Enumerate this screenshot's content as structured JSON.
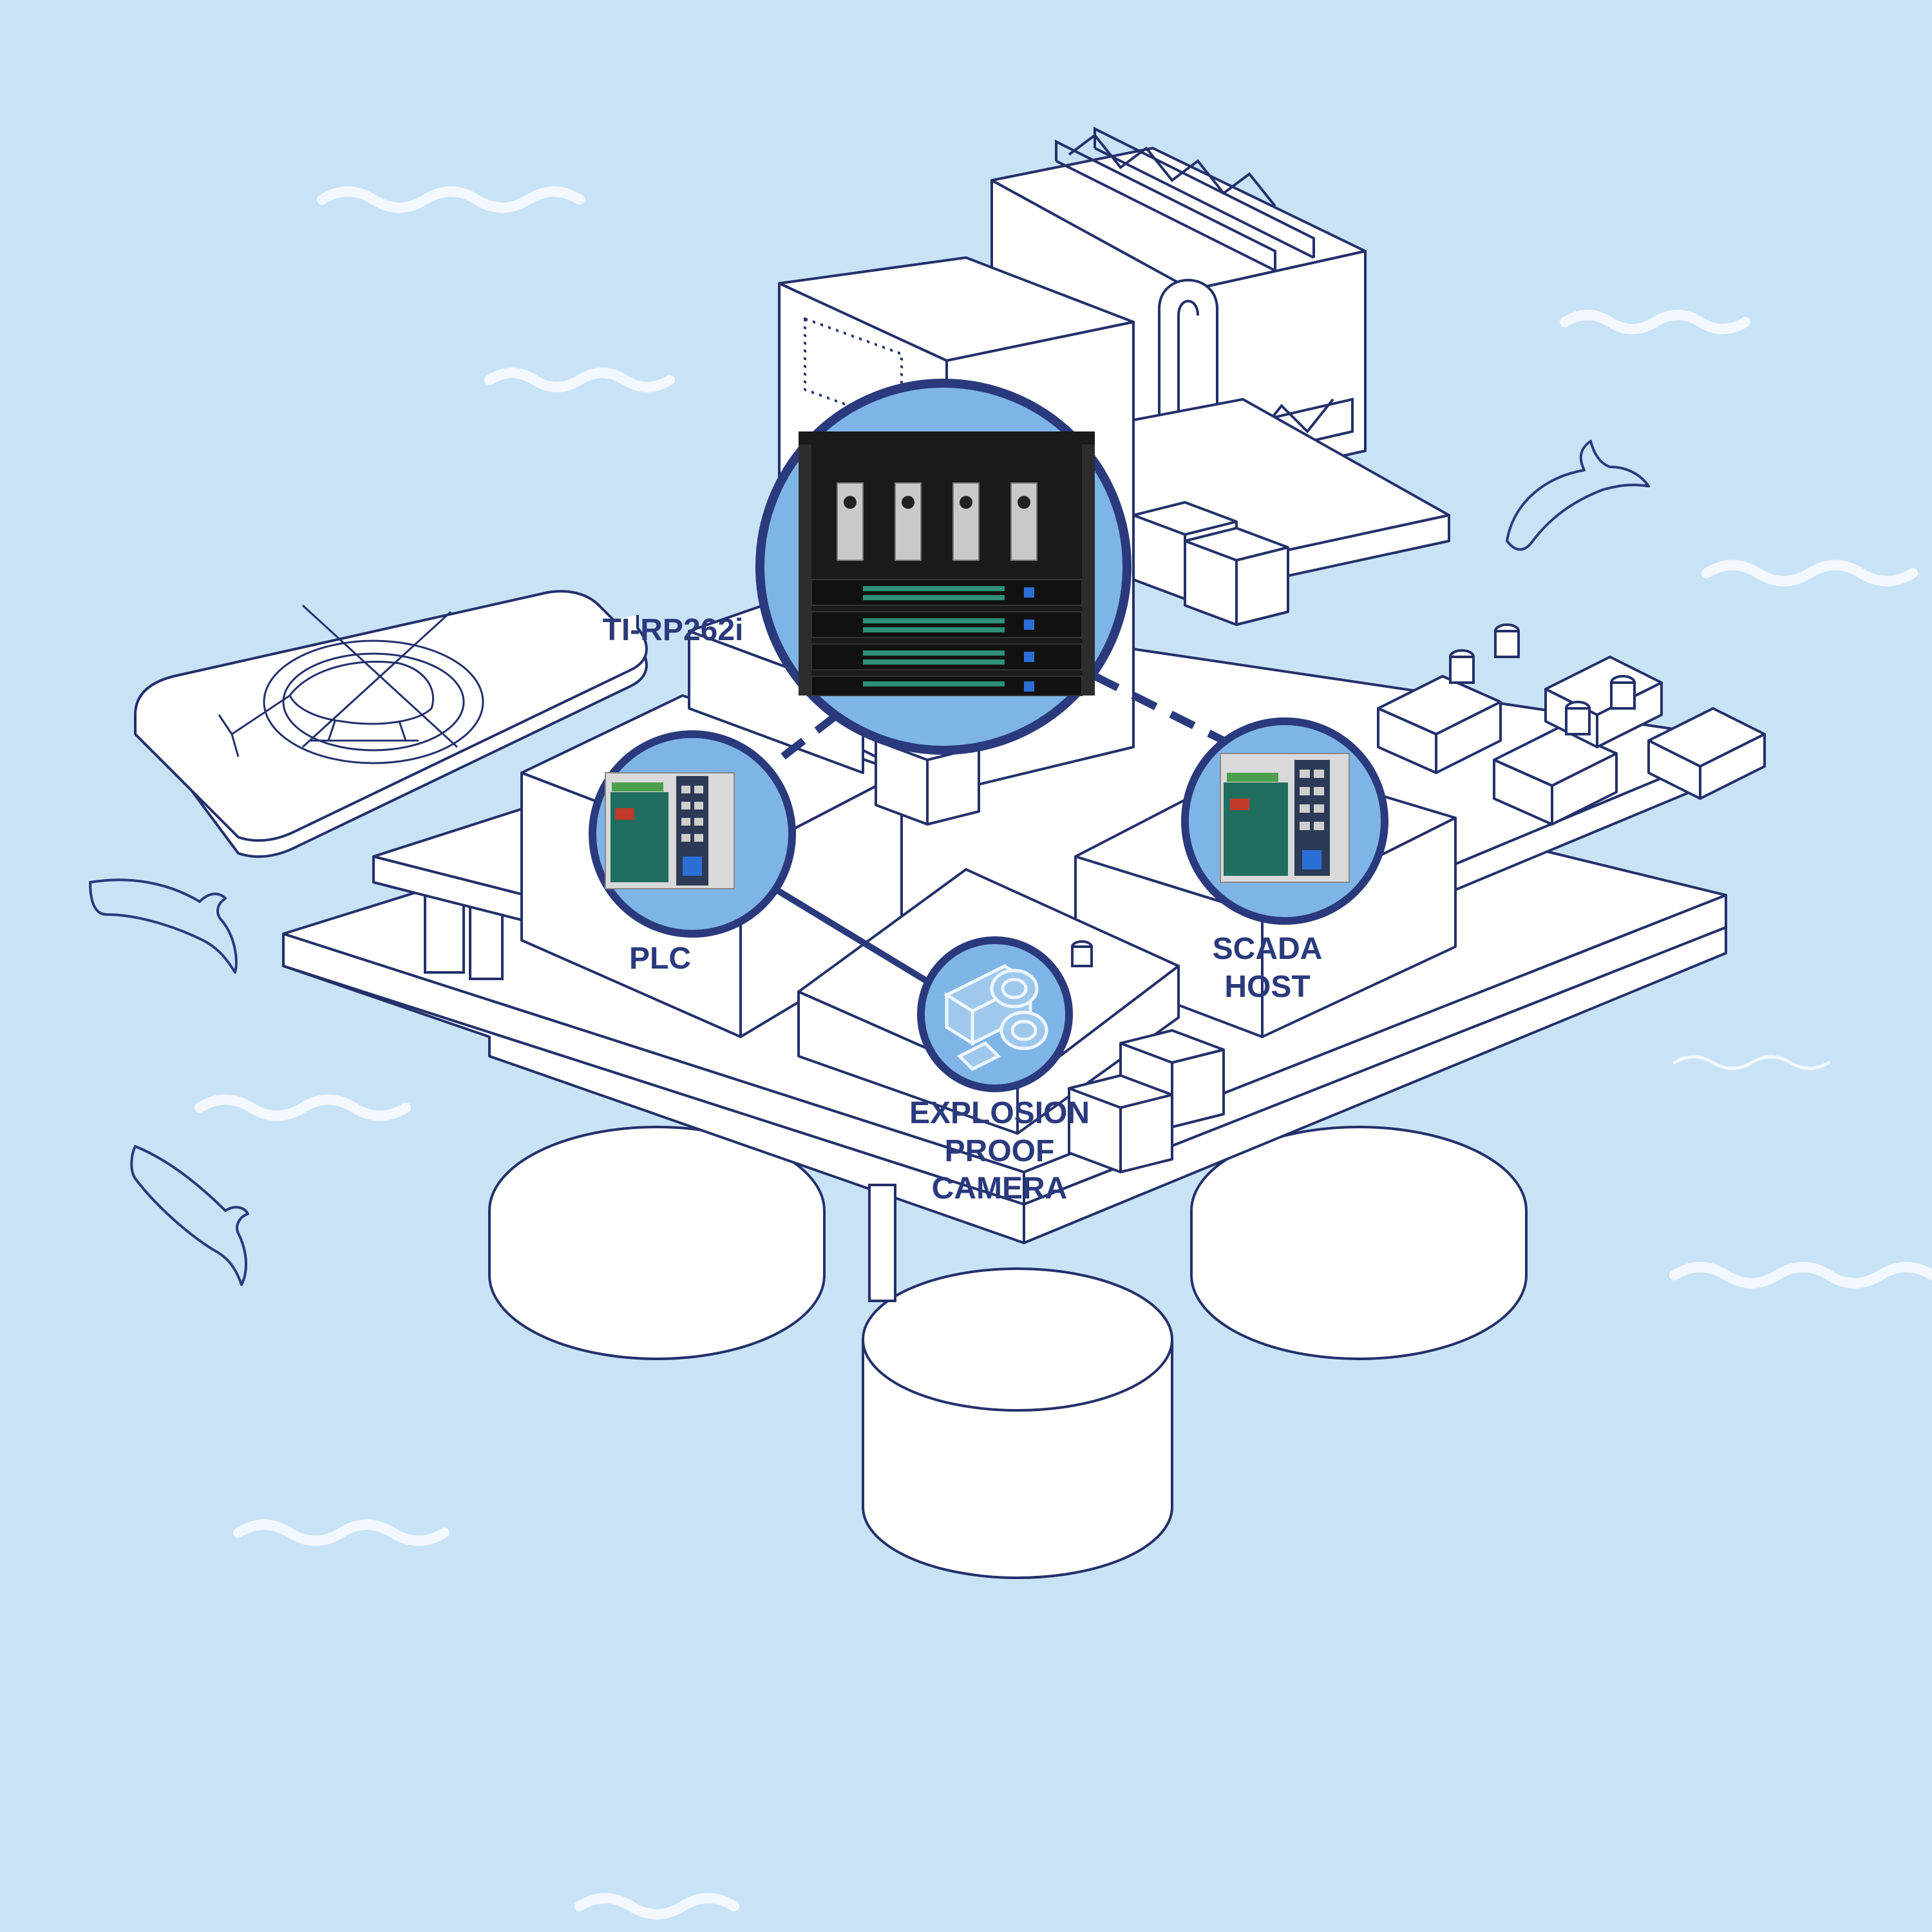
{
  "nodes": {
    "rack": {
      "label": "TI-RP262i"
    },
    "plc": {
      "label": "PLC"
    },
    "scada": {
      "label": "SCADA\nHOST"
    },
    "camera": {
      "label": "EXPLOSION\nPROOF\nCAMERA"
    }
  },
  "links": [
    {
      "from": "rack",
      "to": "plc",
      "style": "dashed"
    },
    {
      "from": "rack",
      "to": "scada",
      "style": "dashed"
    },
    {
      "from": "plc",
      "to": "camera",
      "style": "solid"
    }
  ],
  "colors": {
    "sea": "#c9e3f6",
    "outline": "#2a3a7c",
    "structure_fill": "#ffffff",
    "structure_line": "#23306a",
    "badge_fill": "#7fb5e6",
    "wave": "#f2f8fd",
    "switch_port": "#2f8f78",
    "din_green": "#1f6e5f"
  },
  "icons": [
    "dolphin-icon",
    "helicopter-icon",
    "wave-icon",
    "rack-switch-icon",
    "din-rail-switch-icon",
    "camera-icon"
  ]
}
